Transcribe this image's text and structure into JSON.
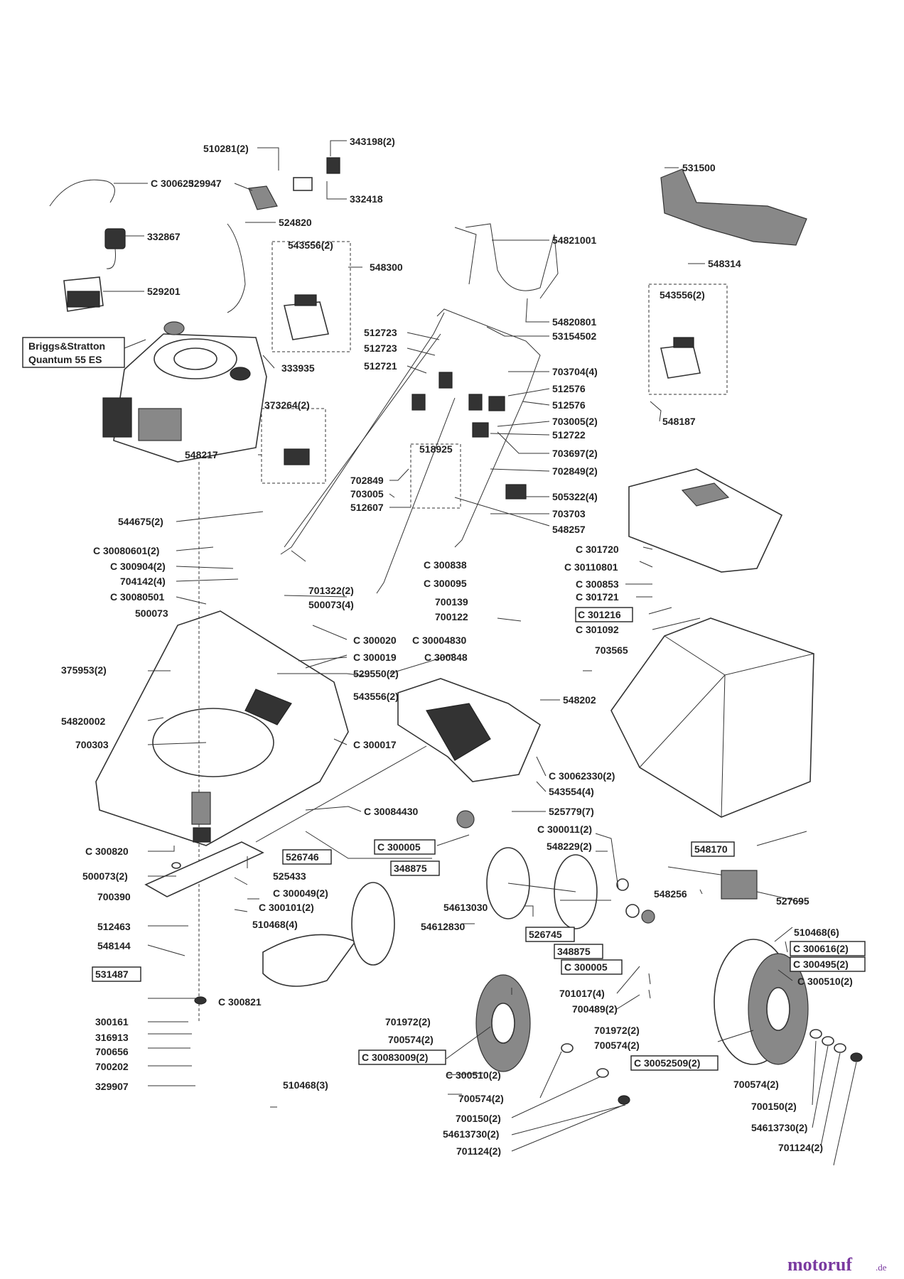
{
  "engine_label": [
    "Briggs&Stratton",
    "Quantum 55 ES"
  ],
  "watermark": {
    "brand": "motoruf",
    "tld": ".de"
  },
  "labels": {
    "l510281": "510281(2)",
    "l343198": "343198(2)",
    "l300625": "C 300625",
    "l329947": "329947",
    "l332418": "332418",
    "l524820": "524820",
    "l332867": "332867",
    "l531500": "531500",
    "l543556a": "543556(2)",
    "l548300": "548300",
    "l54821001": "54821001",
    "l529201": "529201",
    "l548314": "548314",
    "l543556b": "543556(2)",
    "l54820801": "54820801",
    "l512723a": "512723",
    "l53154502": "53154502",
    "l512723b": "512723",
    "l512721": "512721",
    "l703704": "703704(4)",
    "l333935": "333935",
    "l512576a": "512576",
    "l512576b": "512576",
    "l373264": "373264(2)",
    "l703005a": "703005(2)",
    "l548187": "548187",
    "l518925": "518925",
    "l512722": "512722",
    "l548217": "548217",
    "l703697": "703697(2)",
    "l702849a": "702849",
    "l702849b": "702849(2)",
    "l703005b": "703005",
    "l505322": "505322(4)",
    "l512607": "512607",
    "l703703": "703703",
    "l544675": "544675(2)",
    "l548257": "548257",
    "l301720": "C 301720",
    "l30080601": "C 30080601(2)",
    "l30110801": "C 30110801",
    "l300904": "C 300904(2)",
    "l300838": "C 300838",
    "l704142": "704142(4)",
    "l701322": "701322(2)",
    "l300853": "C 300853",
    "l30080501": "C 30080501",
    "l300095": "C 300095",
    "l500073a": "500073(4)",
    "l301721": "C 301721",
    "l500073b": "500073",
    "l700139": "700139",
    "l301216": "C 301216",
    "l700122": "700122",
    "l301092": "C 301092",
    "l300020": "C 300020",
    "l30004830": "C 30004830",
    "l300019": "C 300019",
    "l300848": "C 300848",
    "l703565": "703565",
    "l375953": "375953(2)",
    "l529550": "529550(2)",
    "l543556c": "543556(2)",
    "l548202": "548202",
    "l54820002": "54820002",
    "l700303": "700303",
    "l300017": "C 300017",
    "l30062330": "C 30062330(2)",
    "l543554": "543554(4)",
    "l525779": "525779(7)",
    "l30084430": "C 30084430",
    "l300011": "C 300011(2)",
    "l300005a": "C 300005",
    "l548229": "548229(2)",
    "l548170": "548170",
    "l300820": "C 300820",
    "l526746": "526746",
    "l348875a": "348875",
    "l500073c": "500073(2)",
    "l525433": "525433",
    "l548256": "548256",
    "l527695": "527695",
    "l300049": "C 300049(2)",
    "l700390": "700390",
    "l300101": "C 300101(2)",
    "l54613030": "54613030",
    "l512463": "512463",
    "l510468a": "510468(4)",
    "l54612830": "54612830",
    "l510468b": "510468(6)",
    "l526745": "526745",
    "l300616": "C 300616(2)",
    "l548144": "548144",
    "l348875b": "348875",
    "l300495": "C 300495(2)",
    "l300005b": "C 300005",
    "l531487": "531487",
    "l300510a": "C 300510(2)",
    "l701017": "701017(4)",
    "l300821": "C 300821",
    "l700489": "700489(2)",
    "l300161": "300161",
    "l701972a": "701972(2)",
    "l701972b": "701972(2)",
    "l316913": "316913",
    "l700574a": "700574(2)",
    "l700574b": "700574(2)",
    "l700656": "700656",
    "l30083009": "C 30083009(2)",
    "l30052509": "C 30052509(2)",
    "l700202": "700202",
    "l300510b": "C 300510(2)",
    "l329907": "329907",
    "l510468c": "510468(3)",
    "l700574c": "700574(2)",
    "l700574d": "700574(2)",
    "l700150a": "700150(2)",
    "l700150b": "700150(2)",
    "l54613730a": "54613730(2)",
    "l54613730b": "54613730(2)",
    "l701124a": "701124(2)",
    "l701124b": "701124(2)"
  }
}
